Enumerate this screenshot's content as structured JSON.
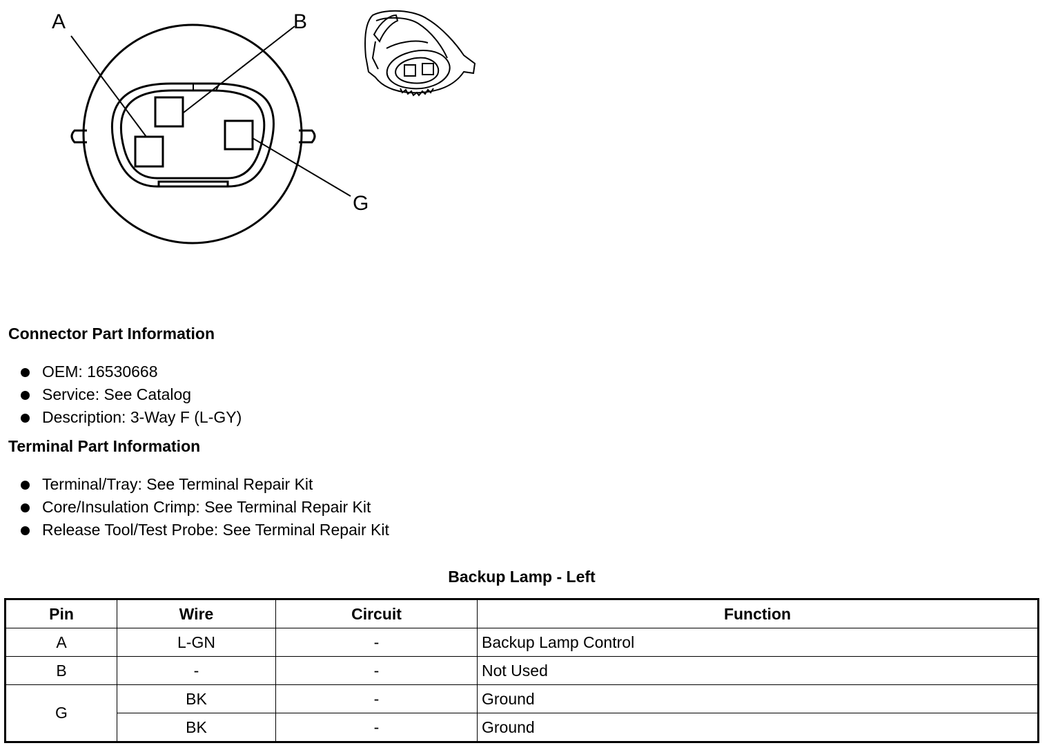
{
  "diagram": {
    "labels": {
      "a": "A",
      "b": "B",
      "g": "G"
    }
  },
  "connector_info": {
    "title": "Connector Part Information",
    "items": [
      "OEM: 16530668",
      "Service: See Catalog",
      "Description: 3-Way F (L-GY)"
    ]
  },
  "terminal_info": {
    "title": "Terminal Part Information",
    "items": [
      "Terminal/Tray: See Terminal Repair Kit",
      "Core/Insulation Crimp: See Terminal Repair Kit",
      "Release Tool/Test Probe: See Terminal Repair Kit"
    ]
  },
  "table": {
    "title": "Backup Lamp - Left",
    "headers": {
      "pin": "Pin",
      "wire": "Wire",
      "circuit": "Circuit",
      "function": "Function"
    },
    "rows": [
      {
        "pin": "A",
        "wire": "L-GN",
        "circuit": "-",
        "function": "Backup Lamp Control"
      },
      {
        "pin": "B",
        "wire": "-",
        "circuit": "-",
        "function": "Not Used"
      },
      {
        "pin": "G",
        "wire": "BK",
        "circuit": "-",
        "function": "Ground"
      },
      {
        "pin": "",
        "wire": "BK",
        "circuit": "-",
        "function": "Ground"
      }
    ]
  }
}
